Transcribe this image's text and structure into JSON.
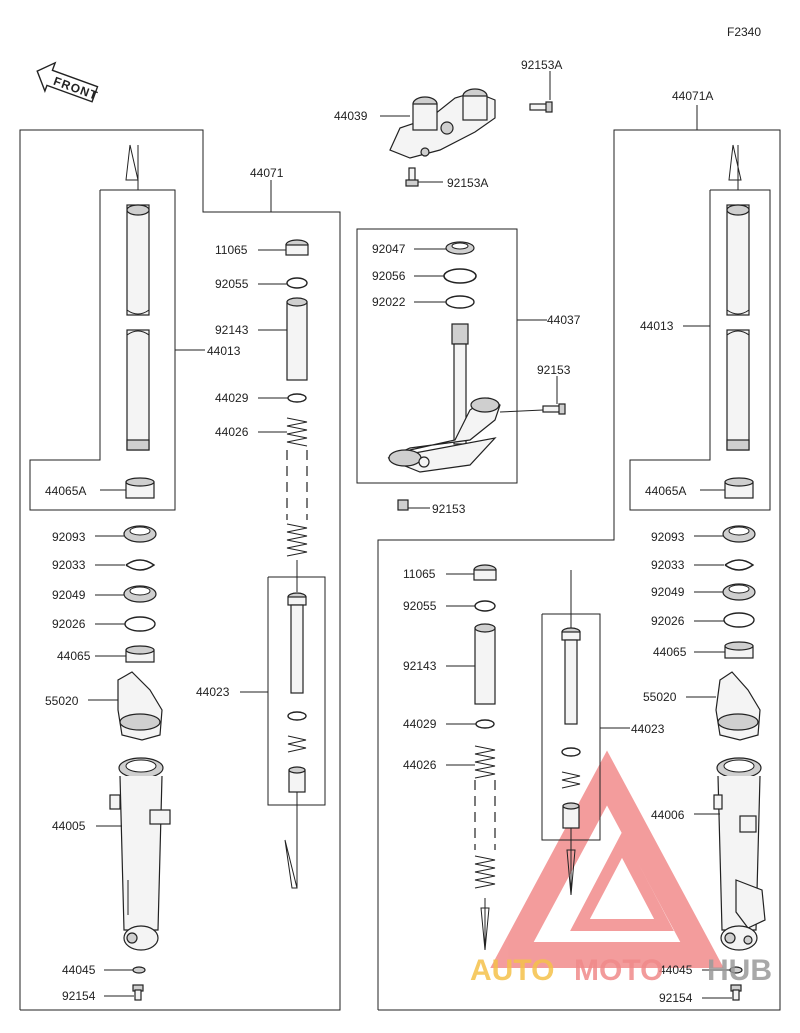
{
  "diagram_id": "F2340",
  "front_badge": "FRONT",
  "labels": {
    "p92153A_top": "92153A",
    "p44039": "44039",
    "p92153A_bot": "92153A",
    "p44071": "44071",
    "p44071A": "44071A",
    "L_11065": "11065",
    "L_92055": "92055",
    "L_92143": "92143",
    "L_44029": "44029",
    "L_44026": "44026",
    "L_44023": "44023",
    "L_44013": "44013",
    "L_44065A": "44065A",
    "L_92093": "92093",
    "L_92033": "92033",
    "L_92049": "92049",
    "L_92026": "92026",
    "L_44065": "44065",
    "L_55020": "55020",
    "L_44005": "44005",
    "L_44045": "44045",
    "L_92154": "92154",
    "C_92047": "92047",
    "C_92056": "92056",
    "C_92022": "92022",
    "C_44037": "44037",
    "C_92153a": "92153",
    "C_92153b": "92153",
    "R_44013": "44013",
    "R_44065A": "44065A",
    "R_92093": "92093",
    "R_92033": "92033",
    "R_92049": "92049",
    "R_92026": "92026",
    "R_44065": "44065",
    "R_55020": "55020",
    "R_44006": "44006",
    "R_44045": "44045",
    "R_92154": "92154",
    "M_11065": "11065",
    "M_92055": "92055",
    "M_92143": "92143",
    "M_44029": "44029",
    "M_44026": "44026",
    "M_44023": "44023"
  },
  "watermark": {
    "text_a": "AUTO",
    "text_b": "MOTO",
    "text_c": "HUB",
    "color_a": "#f5c14a",
    "color_b": "#f08a8a",
    "color_c": "#9a9a9a",
    "logo_color": "#f07c7c"
  }
}
